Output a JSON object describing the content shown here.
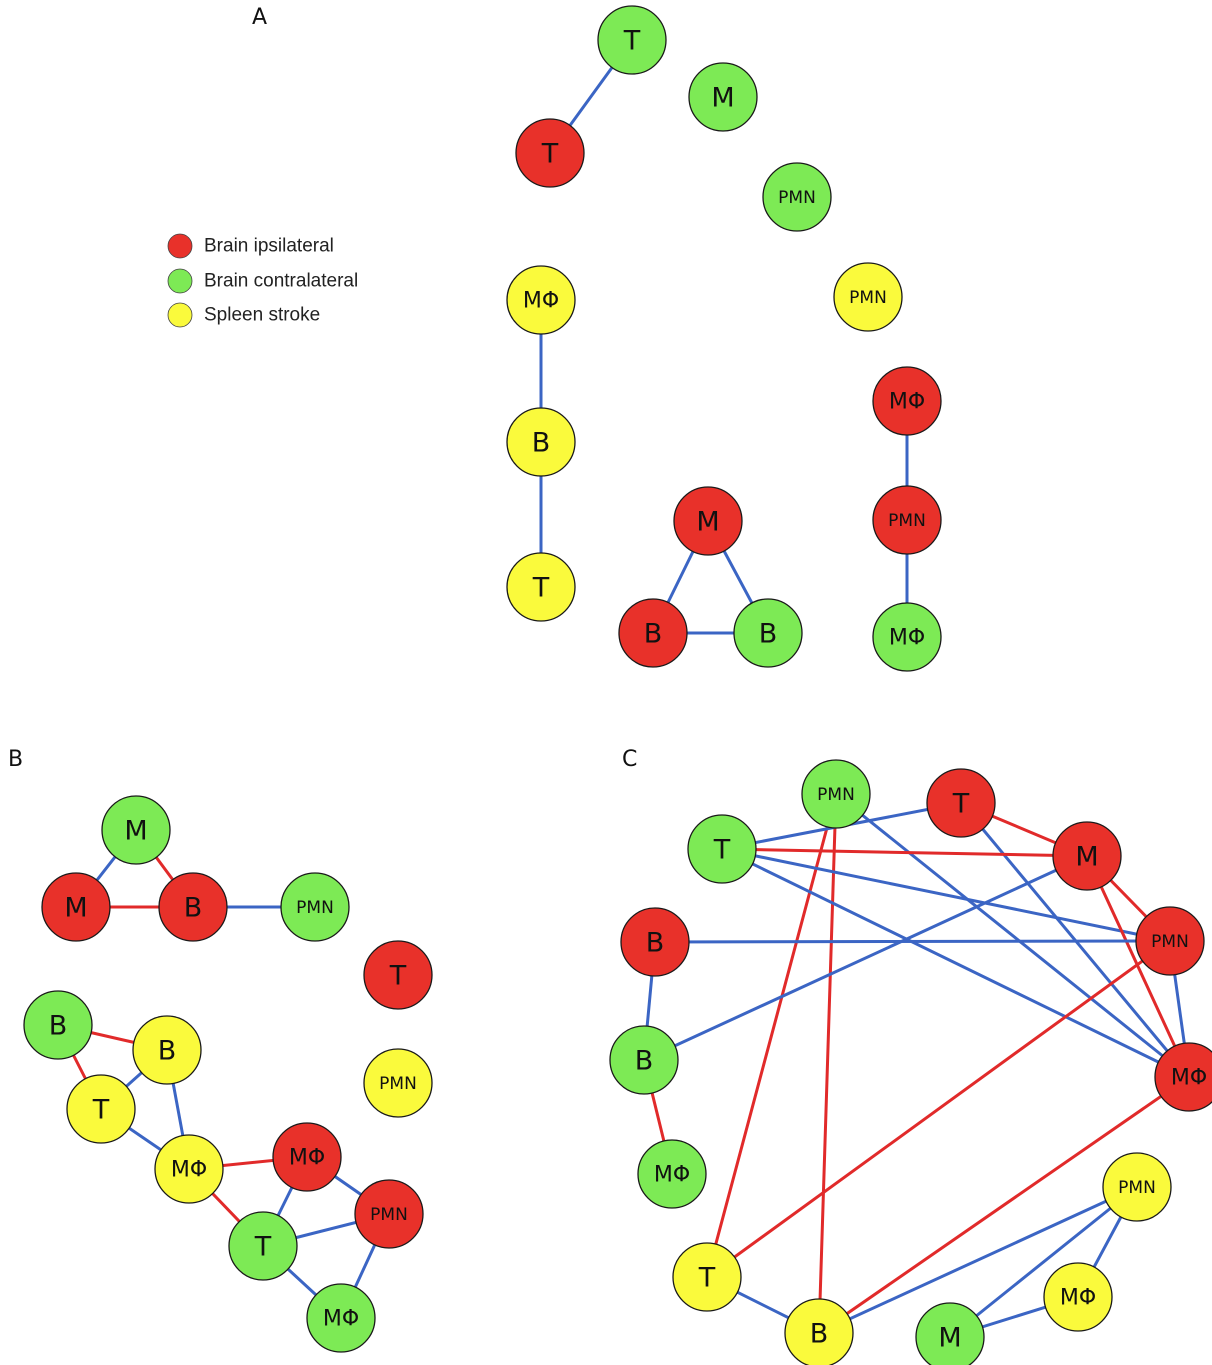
{
  "colors": {
    "brain_ipsilateral": "#e8312a",
    "brain_contralateral": "#7dea55",
    "spleen_stroke": "#fafa3c",
    "edge_blue": "#3b65c4",
    "edge_red": "#e12a2a"
  },
  "legend": [
    {
      "label": "Brain ipsilateral",
      "group": "ipsi"
    },
    {
      "label": "Brain contralateral",
      "group": "contra"
    },
    {
      "label": "Spleen stroke",
      "group": "spleen"
    }
  ],
  "panels": [
    {
      "label": "A",
      "nodes": [
        {
          "id": "A_T_c",
          "label": "T",
          "group": "contra"
        },
        {
          "id": "A_M_c",
          "label": "M",
          "group": "contra"
        },
        {
          "id": "A_T_i",
          "label": "T",
          "group": "ipsi"
        },
        {
          "id": "A_PMN_c",
          "label": "PMN",
          "group": "contra"
        },
        {
          "id": "A_MF_s",
          "label": "MΦ",
          "group": "spleen"
        },
        {
          "id": "A_PMN_s",
          "label": "PMN",
          "group": "spleen"
        },
        {
          "id": "A_MF_i",
          "label": "MΦ",
          "group": "ipsi"
        },
        {
          "id": "A_B_s",
          "label": "B",
          "group": "spleen"
        },
        {
          "id": "A_M_i",
          "label": "M",
          "group": "ipsi"
        },
        {
          "id": "A_PMN_i",
          "label": "PMN",
          "group": "ipsi"
        },
        {
          "id": "A_T_s",
          "label": "T",
          "group": "spleen"
        },
        {
          "id": "A_B_i",
          "label": "B",
          "group": "ipsi"
        },
        {
          "id": "A_B_c",
          "label": "B",
          "group": "contra"
        },
        {
          "id": "A_MF_c",
          "label": "MΦ",
          "group": "contra"
        }
      ],
      "edges": [
        {
          "from": "A_T_c",
          "to": "A_T_i",
          "sign": "blue"
        },
        {
          "from": "A_MF_s",
          "to": "A_B_s",
          "sign": "blue"
        },
        {
          "from": "A_B_s",
          "to": "A_T_s",
          "sign": "blue"
        },
        {
          "from": "A_M_i",
          "to": "A_B_i",
          "sign": "blue"
        },
        {
          "from": "A_M_i",
          "to": "A_B_c",
          "sign": "blue"
        },
        {
          "from": "A_B_i",
          "to": "A_B_c",
          "sign": "blue"
        },
        {
          "from": "A_MF_i",
          "to": "A_PMN_i",
          "sign": "blue"
        },
        {
          "from": "A_PMN_i",
          "to": "A_MF_c",
          "sign": "blue"
        }
      ]
    },
    {
      "label": "B",
      "nodes": [
        {
          "id": "B_M_c",
          "label": "M",
          "group": "contra"
        },
        {
          "id": "B_M_i",
          "label": "M",
          "group": "ipsi"
        },
        {
          "id": "B_B_i",
          "label": "B",
          "group": "ipsi"
        },
        {
          "id": "B_PMN_c",
          "label": "PMN",
          "group": "contra"
        },
        {
          "id": "B_T_i",
          "label": "T",
          "group": "ipsi"
        },
        {
          "id": "B_B_c",
          "label": "B",
          "group": "contra"
        },
        {
          "id": "B_B_s",
          "label": "B",
          "group": "spleen"
        },
        {
          "id": "B_PMN_s",
          "label": "PMN",
          "group": "spleen"
        },
        {
          "id": "B_T_s",
          "label": "T",
          "group": "spleen"
        },
        {
          "id": "B_MF_s",
          "label": "MΦ",
          "group": "spleen"
        },
        {
          "id": "B_MF_i",
          "label": "MΦ",
          "group": "ipsi"
        },
        {
          "id": "B_PMN_i",
          "label": "PMN",
          "group": "ipsi"
        },
        {
          "id": "B_T_c",
          "label": "T",
          "group": "contra"
        },
        {
          "id": "B_MF_c",
          "label": "MΦ",
          "group": "contra"
        }
      ],
      "edges": [
        {
          "from": "B_M_c",
          "to": "B_M_i",
          "sign": "blue"
        },
        {
          "from": "B_M_c",
          "to": "B_B_i",
          "sign": "red"
        },
        {
          "from": "B_M_i",
          "to": "B_B_i",
          "sign": "red"
        },
        {
          "from": "B_B_i",
          "to": "B_PMN_c",
          "sign": "blue"
        },
        {
          "from": "B_B_c",
          "to": "B_B_s",
          "sign": "red"
        },
        {
          "from": "B_B_c",
          "to": "B_T_s",
          "sign": "red"
        },
        {
          "from": "B_T_s",
          "to": "B_B_s",
          "sign": "blue"
        },
        {
          "from": "B_B_s",
          "to": "B_MF_s",
          "sign": "blue"
        },
        {
          "from": "B_T_s",
          "to": "B_MF_s",
          "sign": "blue"
        },
        {
          "from": "B_MF_s",
          "to": "B_MF_i",
          "sign": "red"
        },
        {
          "from": "B_MF_s",
          "to": "B_T_c",
          "sign": "red"
        },
        {
          "from": "B_MF_i",
          "to": "B_T_c",
          "sign": "blue"
        },
        {
          "from": "B_MF_i",
          "to": "B_PMN_i",
          "sign": "blue"
        },
        {
          "from": "B_T_c",
          "to": "B_PMN_i",
          "sign": "blue"
        },
        {
          "from": "B_T_c",
          "to": "B_MF_c",
          "sign": "blue"
        },
        {
          "from": "B_PMN_i",
          "to": "B_MF_c",
          "sign": "blue"
        }
      ]
    },
    {
      "label": "C",
      "nodes": [
        {
          "id": "C_PMN_c",
          "label": "PMN",
          "group": "contra"
        },
        {
          "id": "C_T_i",
          "label": "T",
          "group": "ipsi"
        },
        {
          "id": "C_T_c",
          "label": "T",
          "group": "contra"
        },
        {
          "id": "C_M_i",
          "label": "M",
          "group": "ipsi"
        },
        {
          "id": "C_B_i",
          "label": "B",
          "group": "ipsi"
        },
        {
          "id": "C_PMN_i",
          "label": "PMN",
          "group": "ipsi"
        },
        {
          "id": "C_B_c",
          "label": "B",
          "group": "contra"
        },
        {
          "id": "C_MF_i",
          "label": "MΦ",
          "group": "ipsi"
        },
        {
          "id": "C_MF_c",
          "label": "MΦ",
          "group": "contra"
        },
        {
          "id": "C_PMN_s",
          "label": "PMN",
          "group": "spleen"
        },
        {
          "id": "C_T_s",
          "label": "T",
          "group": "spleen"
        },
        {
          "id": "C_MF_s",
          "label": "MΦ",
          "group": "spleen"
        },
        {
          "id": "C_B_s",
          "label": "B",
          "group": "spleen"
        },
        {
          "id": "C_M_c",
          "label": "M",
          "group": "contra"
        }
      ],
      "edges": [
        {
          "from": "C_PMN_c",
          "to": "C_MF_i",
          "sign": "blue"
        },
        {
          "from": "C_PMN_c",
          "to": "C_T_s",
          "sign": "red"
        },
        {
          "from": "C_PMN_c",
          "to": "C_B_s",
          "sign": "red"
        },
        {
          "from": "C_T_i",
          "to": "C_M_i",
          "sign": "red"
        },
        {
          "from": "C_T_i",
          "to": "C_MF_i",
          "sign": "blue"
        },
        {
          "from": "C_T_c",
          "to": "C_M_i",
          "sign": "red"
        },
        {
          "from": "C_T_c",
          "to": "C_T_i",
          "sign": "blue"
        },
        {
          "from": "C_T_c",
          "to": "C_PMN_i",
          "sign": "blue"
        },
        {
          "from": "C_T_c",
          "to": "C_MF_i",
          "sign": "blue"
        },
        {
          "from": "C_M_i",
          "to": "C_PMN_i",
          "sign": "red"
        },
        {
          "from": "C_M_i",
          "to": "C_MF_i",
          "sign": "red"
        },
        {
          "from": "C_M_i",
          "to": "C_B_c",
          "sign": "blue"
        },
        {
          "from": "C_B_i",
          "to": "C_PMN_i",
          "sign": "blue"
        },
        {
          "from": "C_B_i",
          "to": "C_B_c",
          "sign": "blue"
        },
        {
          "from": "C_PMN_i",
          "to": "C_MF_i",
          "sign": "blue"
        },
        {
          "from": "C_PMN_i",
          "to": "C_T_s",
          "sign": "red"
        },
        {
          "from": "C_MF_i",
          "to": "C_B_s",
          "sign": "red"
        },
        {
          "from": "C_B_c",
          "to": "C_MF_c",
          "sign": "red"
        },
        {
          "from": "C_T_s",
          "to": "C_B_s",
          "sign": "blue"
        },
        {
          "from": "C_B_s",
          "to": "C_PMN_s",
          "sign": "blue"
        },
        {
          "from": "C_PMN_s",
          "to": "C_M_c",
          "sign": "blue"
        },
        {
          "from": "C_PMN_s",
          "to": "C_MF_s",
          "sign": "blue"
        },
        {
          "from": "C_MF_s",
          "to": "C_M_c",
          "sign": "blue"
        }
      ]
    }
  ]
}
